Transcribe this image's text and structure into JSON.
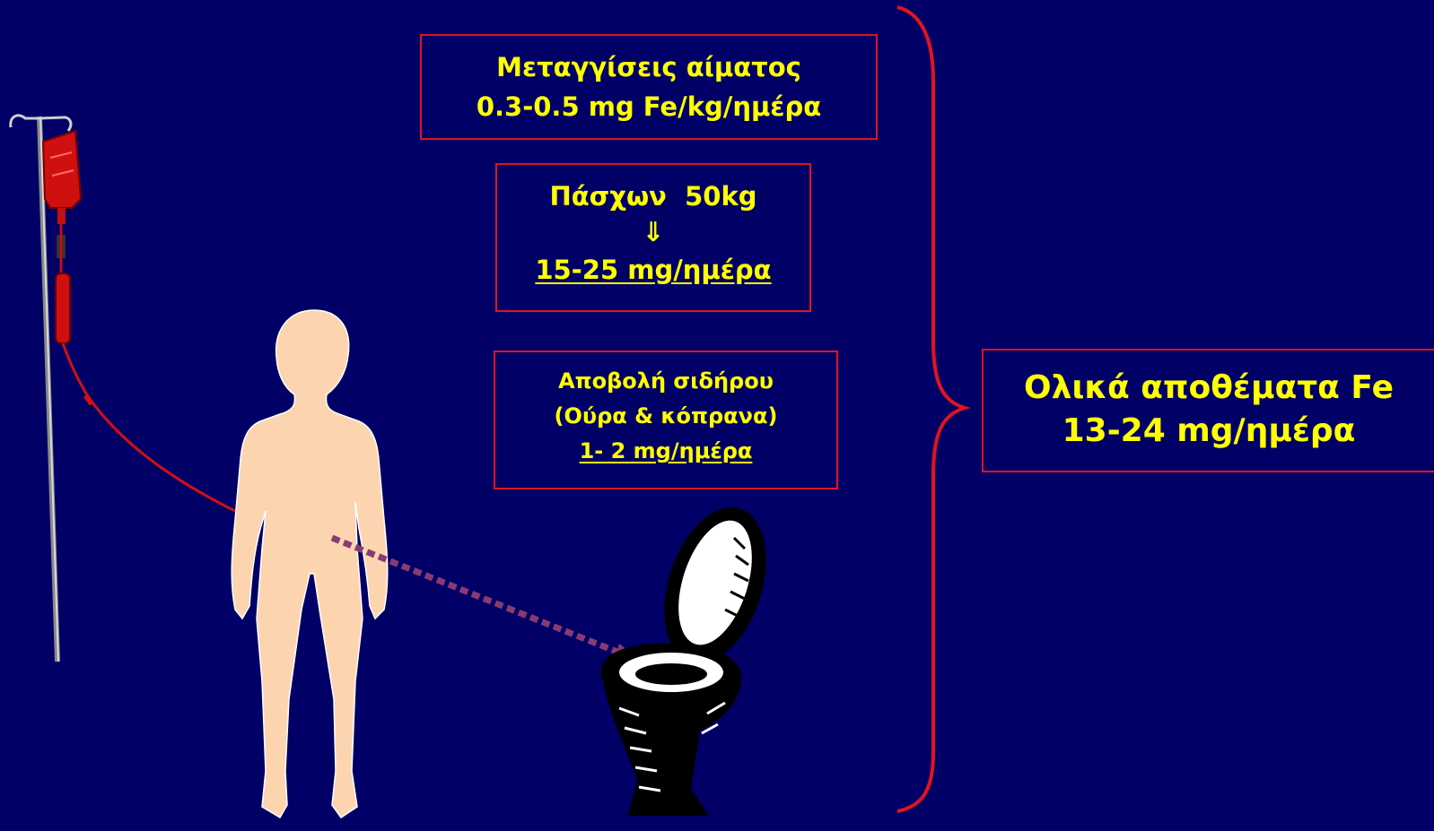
{
  "colors": {
    "background": "#000066",
    "text": "#ffff00",
    "box_border": "#e0141e",
    "brace": "#e0141e",
    "body_silhouette": "#fcd5b0",
    "blood": "#d01010",
    "excretion_arrow": "#8a3a72"
  },
  "boxes": {
    "transfusion": {
      "line1": "Μεταγγίσεις αίματος",
      "line2": "0.3-0.5 mg Fe/kg/ημέρα"
    },
    "patient": {
      "line1": "Πάσχων  50kg",
      "arrow": "⇓",
      "line3": "15-25 mg/ημέρα"
    },
    "excretion": {
      "line1": "Αποβολή σιδήρου",
      "line2": "(Ούρα & κόπρανα)",
      "line3": "1- 2 mg/ημέρα"
    },
    "total": {
      "line1": "Ολικά αποθέματα Fe",
      "line2": "13-24 mg/ημέρα"
    }
  },
  "icons": [
    "iv-stand-icon",
    "blood-bag-icon",
    "person-silhouette-icon",
    "toilet-icon",
    "dotted-arrow-icon",
    "curly-brace-icon"
  ]
}
